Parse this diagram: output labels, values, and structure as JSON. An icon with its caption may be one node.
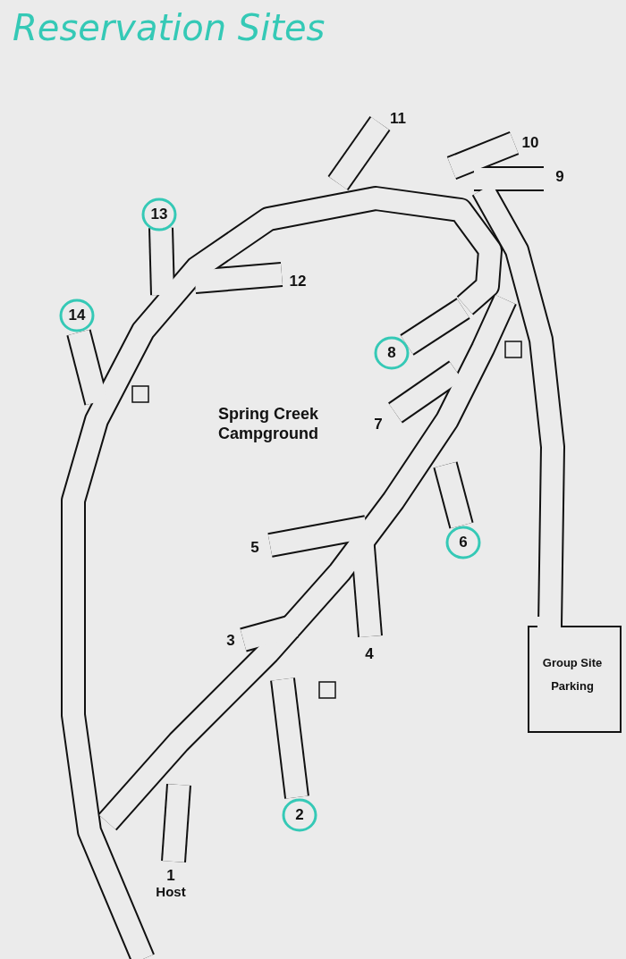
{
  "diagram": {
    "title": "Reservation Sites",
    "labels": [
      "11",
      "10",
      "9",
      "13",
      "12",
      "14",
      "8",
      "Spring Creek Campground",
      "7",
      "6",
      "5",
      "3",
      "4",
      "Group Site Parking",
      "2",
      "1",
      "Host"
    ]
  }
}
